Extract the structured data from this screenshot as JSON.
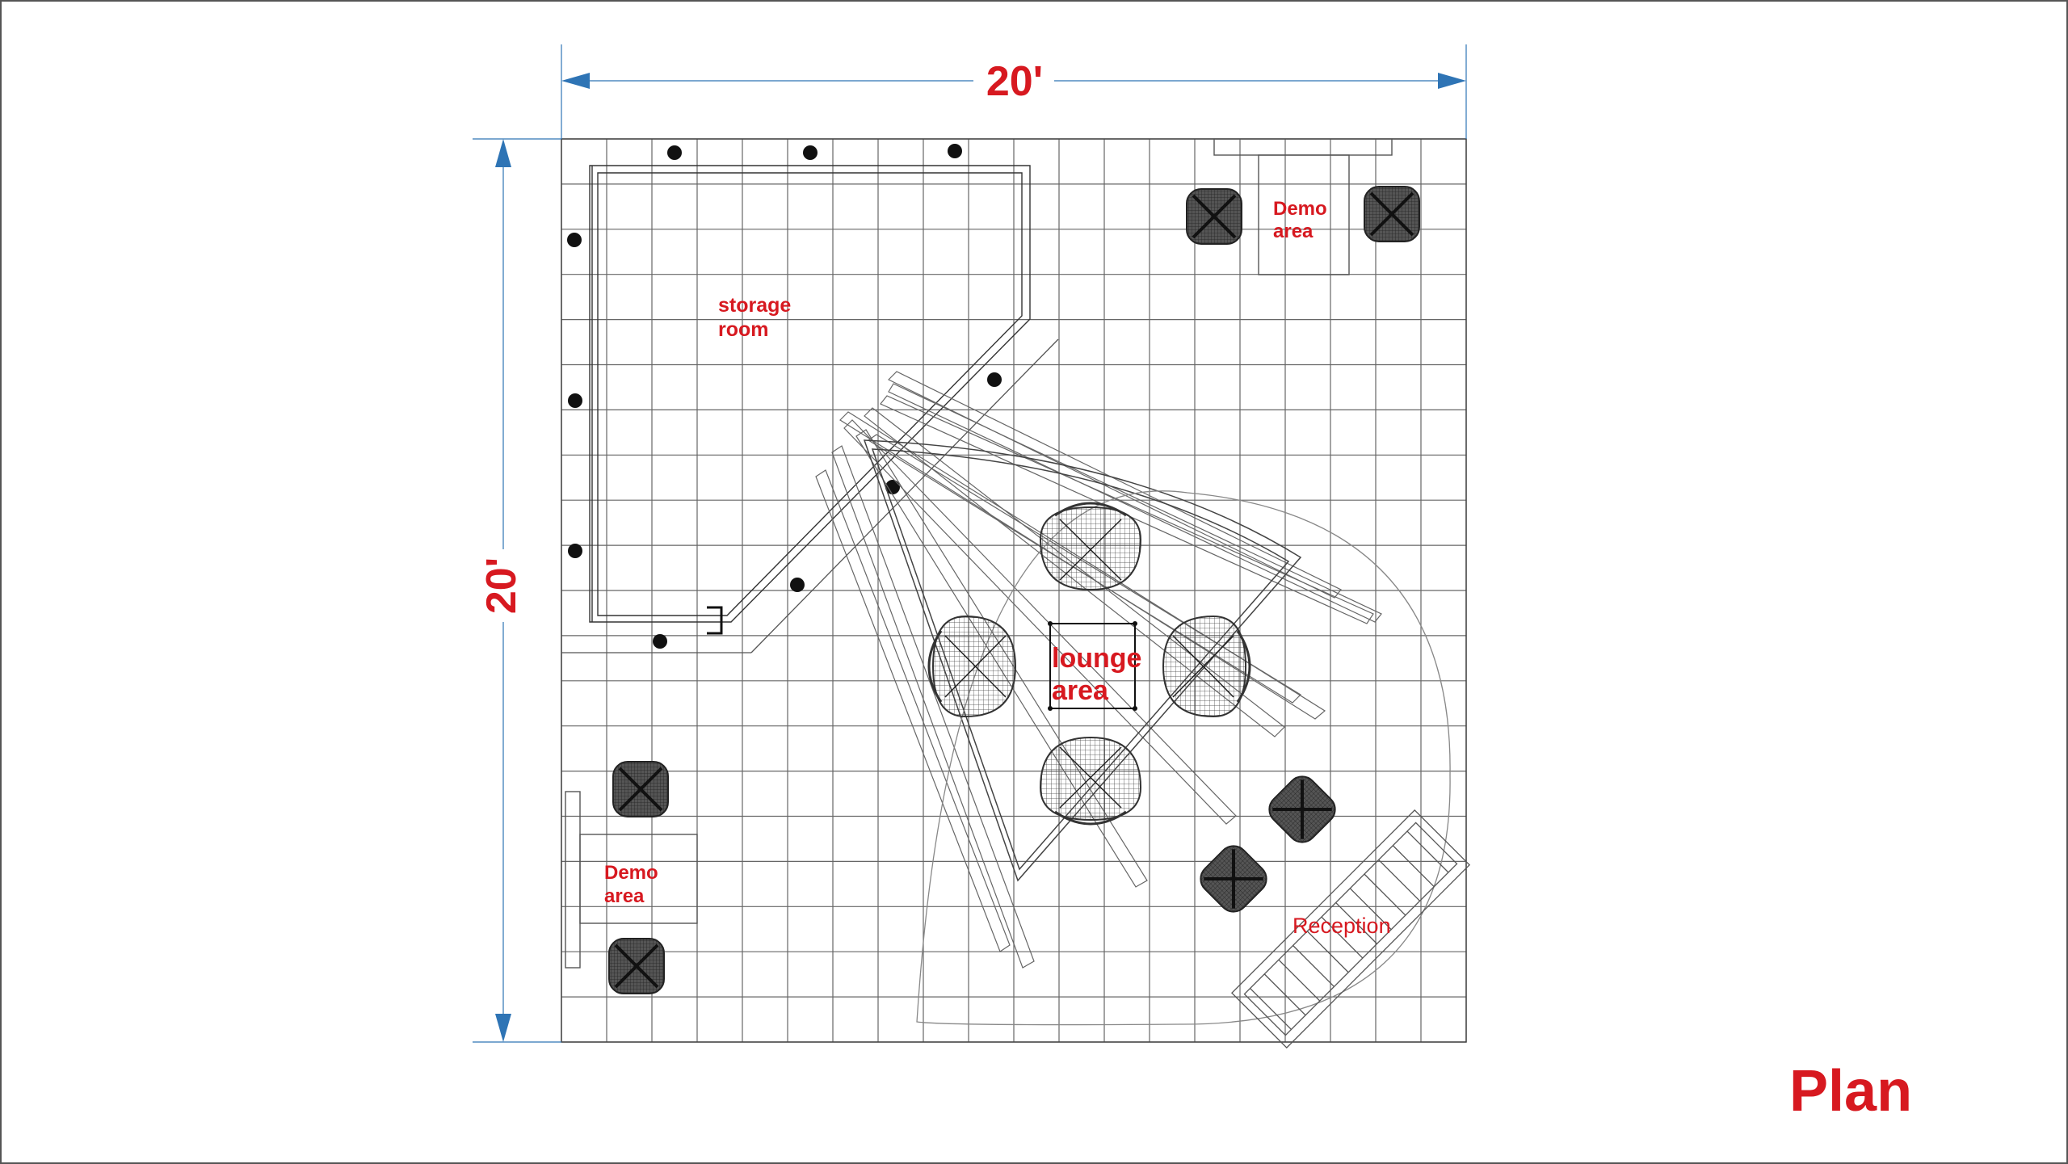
{
  "dimensions": {
    "width_label": "20'",
    "height_label": "20'"
  },
  "labels": {
    "storage_line1": "storage",
    "storage_line2": "room",
    "demo_top_line1": "Demo",
    "demo_top_line2": "area",
    "demo_bottom_line1": "Demo",
    "demo_bottom_line2": "area",
    "lounge_line1": "lounge",
    "lounge_line2": "area",
    "reception": "Reception",
    "title": "Plan"
  },
  "colors": {
    "label": "#d71920",
    "dimension": "#2e74b5",
    "grid": "#555555",
    "furniture": "#333333"
  }
}
